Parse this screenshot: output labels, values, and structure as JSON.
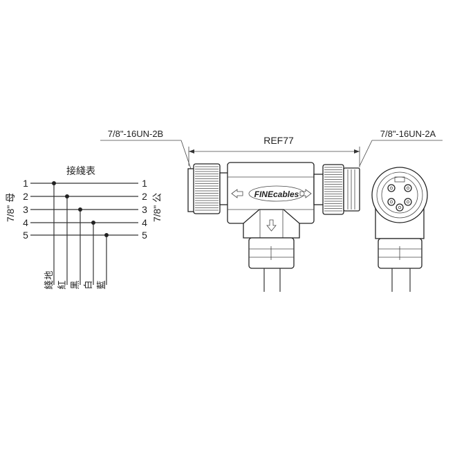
{
  "wiring_table": {
    "title": "接綫表",
    "left_label": "7/8\" 母",
    "right_label": "7/8\" 公",
    "left_pins": [
      "1",
      "2",
      "3",
      "4",
      "5"
    ],
    "right_pins": [
      "1",
      "2",
      "3",
      "4",
      "5"
    ],
    "wire_colors": [
      "地綫",
      "紅",
      "黑",
      "白",
      "藍"
    ]
  },
  "drawing": {
    "left_thread": "7/8\"-16UN-2B",
    "right_thread": "7/8\"-16UN-2A",
    "dimension": "REF77",
    "logo": "FINEcables"
  }
}
